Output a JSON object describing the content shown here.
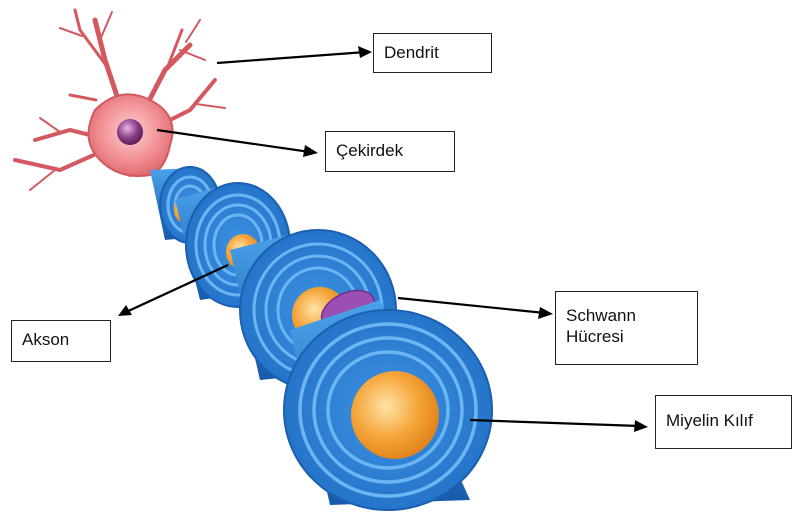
{
  "labels": {
    "dendrite": "Dendrit",
    "nucleus": "Çekirdek",
    "axon": "Akson",
    "schwann_line1": "Schwann",
    "schwann_line2": "Hücresi",
    "myelin": "Miyelin Kılıf"
  },
  "colors": {
    "cell_body": "#f08a8e",
    "nucleus": "#8a3d87",
    "myelin": "#2d86d6",
    "myelin_dark": "#1a5fb0",
    "axon_core": "#f0a030",
    "schwann_nucleus": "#9b4fb3"
  }
}
